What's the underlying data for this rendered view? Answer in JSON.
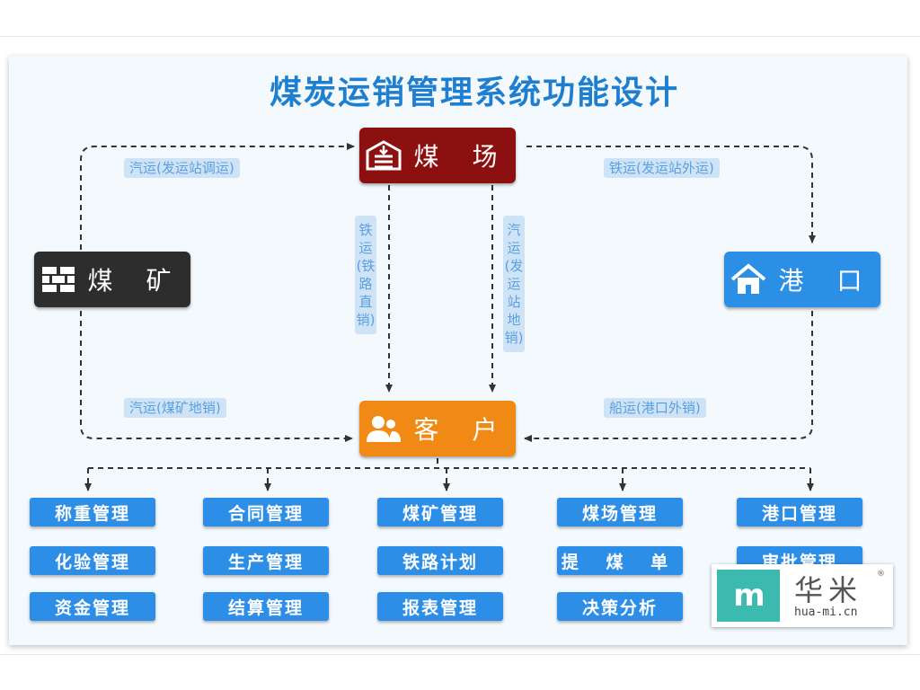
{
  "title": "煤炭运销管理系统功能设计",
  "nodes": {
    "yard": "煤 场",
    "mine": "煤 矿",
    "port": "港 口",
    "customer": "客 户"
  },
  "edges": {
    "mine_to_yard": "汽运(发运站调运)",
    "yard_to_port": "铁运(发运站外运)",
    "mine_to_customer": "汽运(煤矿地销)",
    "port_to_customer": "船运(港口外销)",
    "yard_to_customer_rail": "铁运(铁路直销)",
    "yard_to_customer_truck": "汽运(发运站地销)"
  },
  "modules": [
    [
      "称重管理",
      "化验管理",
      "资金管理"
    ],
    [
      "合同管理",
      "生产管理",
      "结算管理"
    ],
    [
      "煤矿管理",
      "铁路计划",
      "报表管理"
    ],
    [
      "煤场管理",
      "提 煤 单",
      "决策分析"
    ],
    [
      "港口管理",
      "审批管理"
    ]
  ],
  "watermark": {
    "logo": "m",
    "name": "华米",
    "domain": "hua-mi.cn",
    "mark": "®"
  },
  "colors": {
    "title": "#1e7fd0",
    "yard": "#8c1010",
    "mine": "#2d2d2d",
    "port": "#2b8fe6",
    "customer": "#f08a14",
    "module": "#2c8ee6",
    "edge_label_bg": "#cfe3f7"
  },
  "icons": {
    "yard": "warehouse-icon",
    "mine": "brick-wall-icon",
    "port": "house-icon",
    "customer": "users-icon"
  }
}
